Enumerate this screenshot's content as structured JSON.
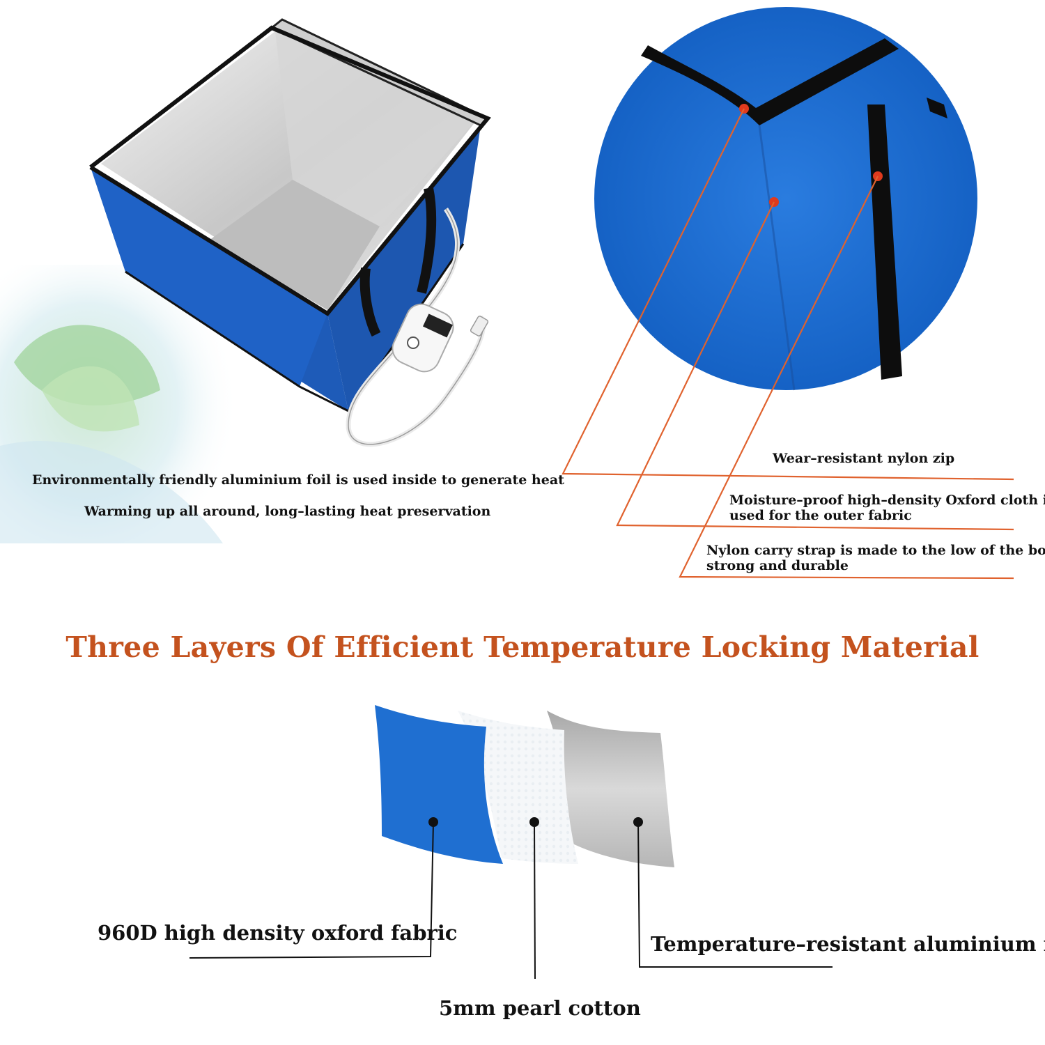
{
  "top_left": {
    "caption_line1": "Environmentally friendly aluminium foil is used inside to generate heat",
    "caption_line2": "Warming up all around, long–lasting heat preservation"
  },
  "callouts": {
    "zip": "Wear–resistant nylon zip",
    "oxford_line1": "Moisture–proof high–density Oxford cloth is",
    "oxford_line2": "used for the outer fabric",
    "strap_line1": "Nylon carry strap is made to the low of the box,",
    "strap_line2": "strong and durable"
  },
  "headline": "Three Layers Of Efficient Temperature Locking Material",
  "layers": {
    "oxford": "960D high density oxford fabric",
    "pearl": "5mm pearl cotton",
    "foil": "Temperature–resistant aluminium foil"
  },
  "colors": {
    "headline": "#c4521e",
    "callout_line": "#e0622e",
    "fabric_blue": "#1f6fd1",
    "foil_grey": "#c9c9c9"
  }
}
